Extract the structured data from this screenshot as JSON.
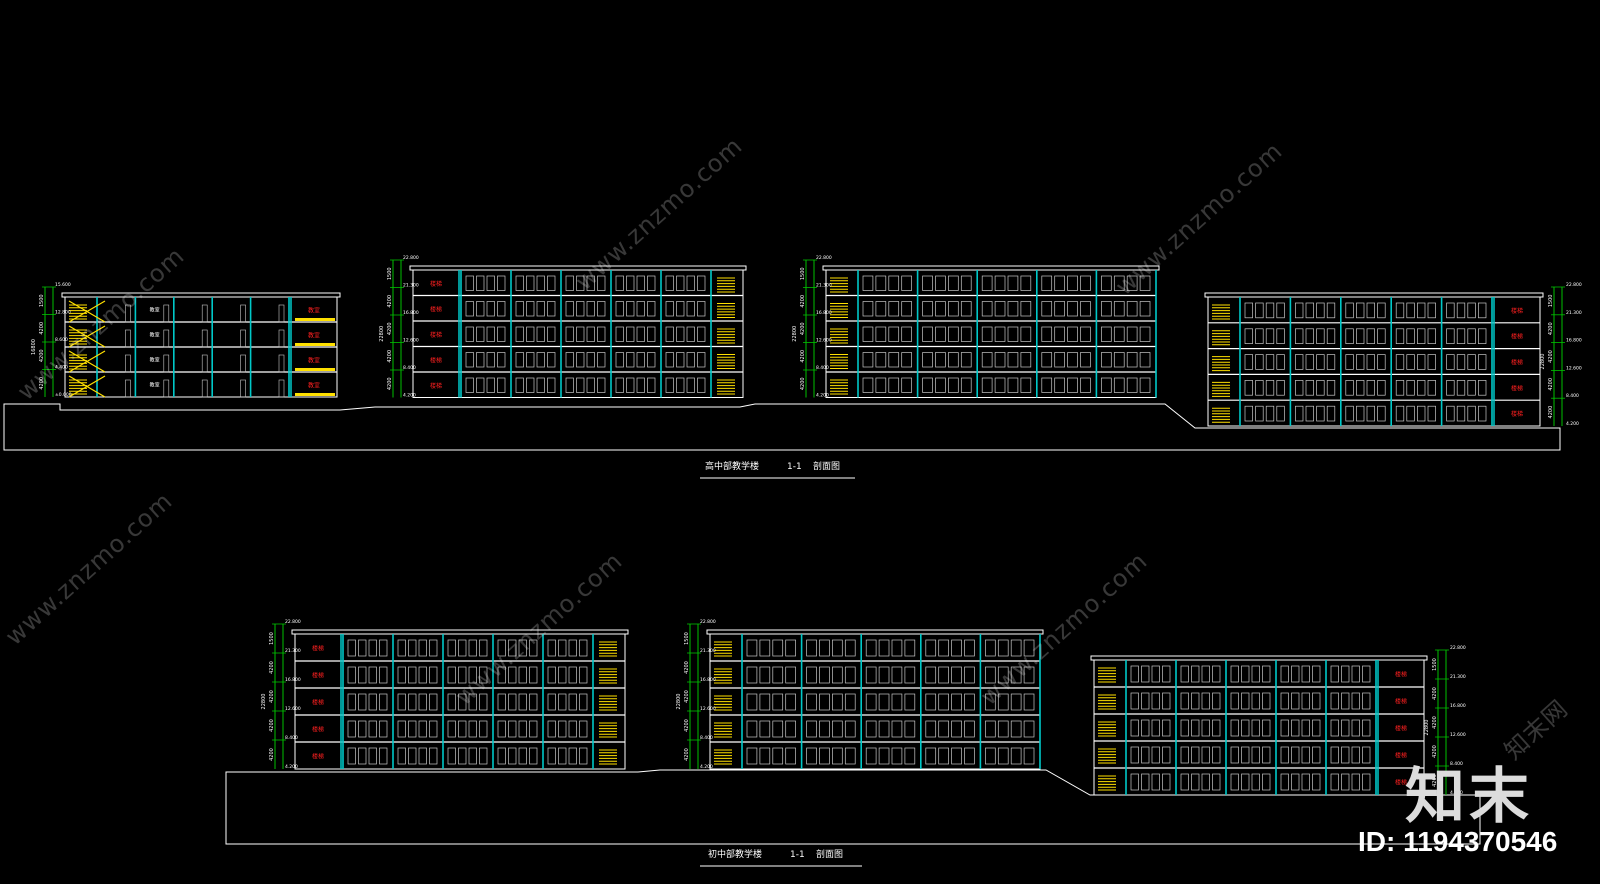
{
  "sections": [
    {
      "title": "高中部教学楼",
      "number": "1-1",
      "suffix": "剖面图",
      "buildings": [
        {
          "floors": 4,
          "bays": 5,
          "kind": "section",
          "stair_side": "left",
          "level_labels": [
            "15.600",
            "12.800",
            "8.600",
            "4.400",
            "±0.000"
          ],
          "dim_labels": [
            "1500",
            "4200",
            "4200",
            "4200"
          ],
          "total_label": "16800",
          "room_labels": [
            "教室",
            "教室",
            "教室",
            "教室"
          ]
        },
        {
          "floors": 5,
          "bays": 5,
          "kind": "elev",
          "stair_side": "right",
          "level_labels": [
            "22.800",
            "21.300",
            "16.800",
            "12.600",
            "8.400",
            "4.200"
          ],
          "dim_labels": [
            "1500",
            "4200",
            "4200",
            "4200",
            "4200"
          ],
          "total_label": "22800",
          "room_labels": [
            "楼梯",
            "楼梯",
            "楼梯",
            "楼梯",
            "楼梯"
          ]
        },
        {
          "floors": 5,
          "bays": 5,
          "kind": "elev",
          "stair_side": "left",
          "level_labels": [
            "22.800",
            "21.300",
            "16.800",
            "12.600",
            "8.400",
            "4.200"
          ],
          "dim_labels": [
            "1500",
            "4200",
            "4200",
            "4200",
            "4200"
          ],
          "total_label": "22800",
          "room_labels": []
        },
        {
          "floors": 5,
          "bays": 5,
          "kind": "elev",
          "stair_side": "left",
          "level_labels": [
            "22.800",
            "21.300",
            "16.800",
            "12.600",
            "8.400",
            "4.200"
          ],
          "dim_labels": [
            "1500",
            "4200",
            "4200",
            "4200",
            "4200"
          ],
          "total_label": "22800",
          "room_labels": [
            "楼梯",
            "楼梯",
            "楼梯",
            "楼梯",
            "楼梯"
          ]
        }
      ]
    },
    {
      "title": "初中部教学楼",
      "number": "1-1",
      "suffix": "剖面图",
      "buildings": [
        {
          "floors": 5,
          "bays": 5,
          "kind": "elev",
          "stair_side": "right",
          "level_labels": [
            "22.800",
            "21.300",
            "16.800",
            "12.600",
            "8.400",
            "4.200"
          ],
          "dim_labels": [
            "1500",
            "4200",
            "4200",
            "4200",
            "4200"
          ],
          "total_label": "22800",
          "room_labels": [
            "楼梯",
            "楼梯",
            "楼梯",
            "楼梯",
            "楼梯"
          ]
        },
        {
          "floors": 5,
          "bays": 5,
          "kind": "elev",
          "stair_side": "left",
          "level_labels": [
            "22.800",
            "21.300",
            "16.800",
            "12.600",
            "8.400",
            "4.200"
          ],
          "dim_labels": [
            "1500",
            "4200",
            "4200",
            "4200",
            "4200"
          ],
          "total_label": "22800",
          "room_labels": []
        },
        {
          "floors": 5,
          "bays": 5,
          "kind": "elev",
          "stair_side": "left",
          "level_labels": [
            "22.800",
            "21.300",
            "16.800",
            "12.600",
            "8.400",
            "4.200"
          ],
          "dim_labels": [
            "1500",
            "4200",
            "4200",
            "4200",
            "4200"
          ],
          "total_label": "22800",
          "room_labels": [
            "楼梯",
            "楼梯",
            "楼梯",
            "楼梯",
            "楼梯"
          ]
        }
      ]
    }
  ],
  "watermark": {
    "text": "www.znzmo.com",
    "brand_cn": "知末网"
  },
  "logo": {
    "text": "知末"
  },
  "id_label": "ID: 1194370546",
  "colors": {
    "background": "#000000",
    "wall": "#ffffff",
    "structure": "#00c8c8",
    "window": "#c8c8c8",
    "stair": "#ffe000",
    "label_red": "#ff2020",
    "dim_green": "#00c000"
  }
}
